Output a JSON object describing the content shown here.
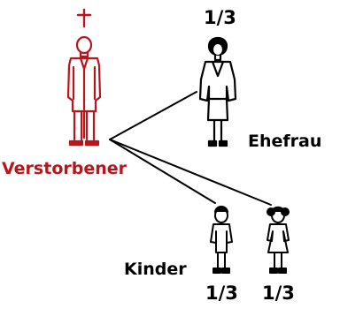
{
  "diagram": {
    "deceased": {
      "label": "Verstorbener",
      "color": "#b8161b",
      "marker": "cross-icon"
    },
    "wife": {
      "label": "Ehefrau",
      "share": "1/3"
    },
    "children": {
      "label": "Kinder",
      "items": [
        {
          "name": "boy",
          "share": "1/3"
        },
        {
          "name": "girl",
          "share": "1/3"
        }
      ]
    },
    "line_color": "#000000"
  }
}
